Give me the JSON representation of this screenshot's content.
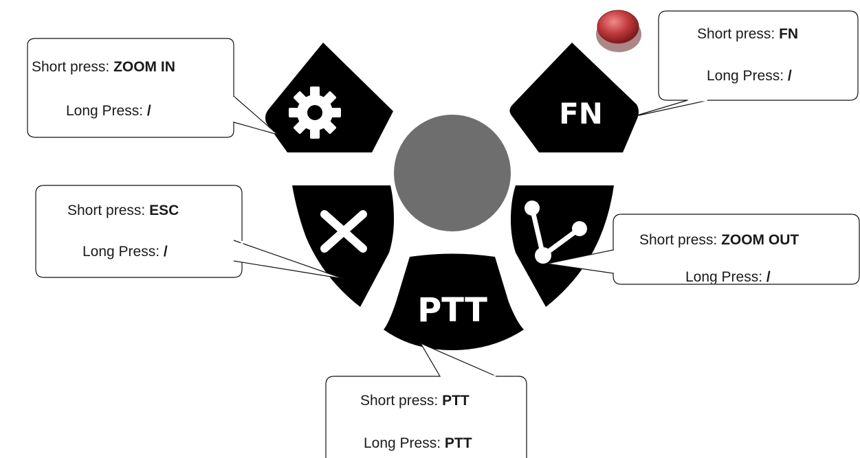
{
  "diagram": {
    "buttons": [
      {
        "id": "settings",
        "icon": "gear-icon",
        "label": ""
      },
      {
        "id": "fn",
        "icon": "",
        "label": "FN"
      },
      {
        "id": "esc",
        "icon": "close-icon",
        "label": ""
      },
      {
        "id": "zoom-out",
        "icon": "branch-icon",
        "label": ""
      },
      {
        "id": "ptt",
        "icon": "",
        "label": "PTT"
      }
    ],
    "center_color": "#6e6e6e",
    "button_color": "#000000",
    "indicator_color": "#c0393b",
    "callouts": {
      "zoom_in": {
        "short_prefix": "Short press: ",
        "short_value": "ZOOM IN",
        "long_prefix": "Long Press: ",
        "long_value": "/"
      },
      "fn": {
        "short_prefix": "Short press: ",
        "short_value": "FN",
        "long_prefix": "Long Press: ",
        "long_value": "/"
      },
      "esc": {
        "short_prefix": "Short press: ",
        "short_value": "ESC",
        "long_prefix": "Long Press: ",
        "long_value": "/"
      },
      "zoom_out": {
        "short_prefix": "Short press: ",
        "short_value": "ZOOM OUT",
        "long_prefix": "Long Press: ",
        "long_value": "/"
      },
      "ptt": {
        "short_prefix": "Short press: ",
        "short_value": "PTT",
        "long_prefix": "Long Press: ",
        "long_value": "PTT"
      }
    }
  }
}
